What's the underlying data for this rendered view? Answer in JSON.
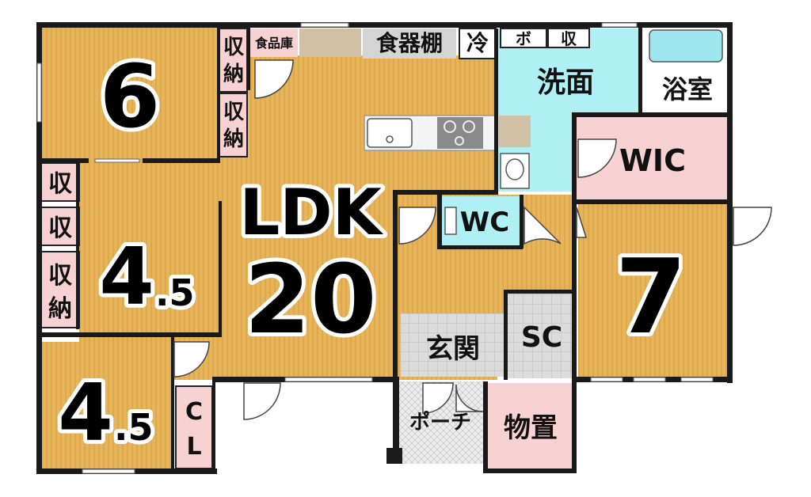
{
  "rooms": {
    "room6": "6",
    "room4_5_mid": "4",
    "room4_5_mid_frac": ".5",
    "room4_5_low": "4",
    "room4_5_low_frac": ".5",
    "room7": "7",
    "ldk_name": "LDK",
    "ldk_size": "20",
    "senmen": "洗面",
    "yokushitsu": "浴室",
    "wic": "WIC",
    "wc": "WC",
    "genkan": "玄関",
    "sc": "SC",
    "porch": "ポーチ",
    "monooki": "物置"
  },
  "storage": {
    "shuno_1": "収納",
    "shuno_2": "収納",
    "shu_1": "収",
    "shu_2": "収",
    "shuno_3": "収納",
    "cl": "CL",
    "shokuhinko": "食品庫",
    "shokkidana": "食器棚",
    "rei": "冷",
    "bo": "ボ",
    "shu_top": "収"
  },
  "colors": {
    "wood": "#e8b45a",
    "tile": "#d8d8d8",
    "wet": "#aef0f4",
    "pink": "#f8d2d2",
    "wall": "#1a1a1a"
  }
}
